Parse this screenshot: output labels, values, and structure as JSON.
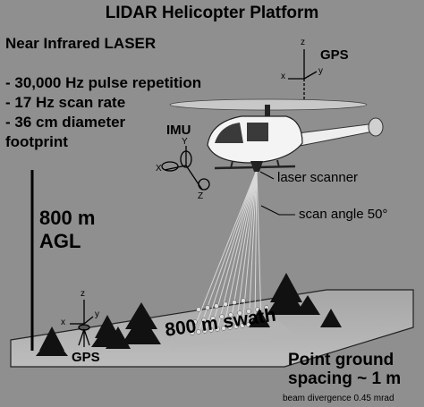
{
  "diagram": {
    "title": "LIDAR Helicopter Platform",
    "laser_heading": "Near Infrared LASER",
    "specs": [
      "- 30,000 Hz pulse repetition",
      "- 17 Hz scan rate",
      "- 36 cm diameter",
      "footprint"
    ],
    "altitude": {
      "value": "800 m",
      "unit": "AGL"
    },
    "gps_top": {
      "label": "GPS",
      "axes": {
        "x": "x",
        "y": "y",
        "z": "z"
      }
    },
    "imu": {
      "label": "IMU",
      "axes": {
        "x": "X",
        "y": "Y",
        "z": "Z"
      }
    },
    "laser_scanner": "laser scanner",
    "scan_angle": "scan angle 50°",
    "swath": "800 m swath",
    "ground_spacing": [
      "Point ground",
      "spacing ~ 1 m"
    ],
    "beam_divergence": "beam divergence 0.45 mrad",
    "gps_ground": {
      "label": "GPS",
      "axes": {
        "x": "x",
        "y": "y",
        "z": "z"
      }
    }
  }
}
